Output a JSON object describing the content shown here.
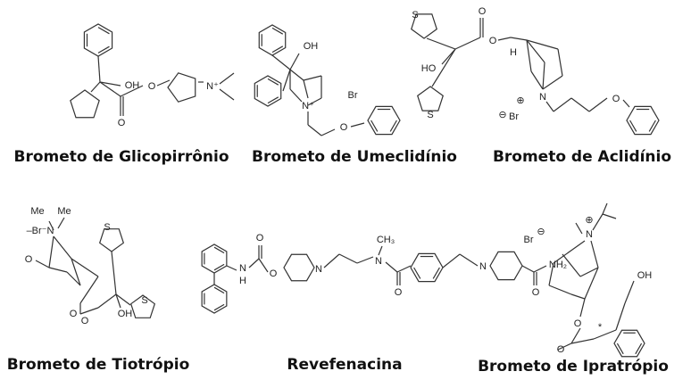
{
  "compounds": [
    {
      "name": "Brometo de Glicopirrônio",
      "atoms": [
        "OH",
        "O",
        "O",
        "N⁺"
      ]
    },
    {
      "name": "Brometo de Umeclidínio",
      "atoms": [
        "OH",
        "N⁺",
        "Br",
        "O"
      ]
    },
    {
      "name": "Brometo de Aclidínio",
      "atoms": [
        "S",
        "S",
        "HO",
        "O",
        "O",
        "N",
        "Br",
        "O",
        "H",
        "⊕",
        "⊖"
      ]
    },
    {
      "name": "Brometo de Tiotrópio",
      "atoms": [
        "Me",
        "Me",
        "–Br⁻N",
        "O",
        "S",
        "S",
        "O",
        "O",
        "OH"
      ]
    },
    {
      "name": "Revefenacina",
      "atoms": [
        "N",
        "H",
        "O",
        "O",
        "N",
        "N",
        "CH₃",
        "O",
        "N",
        "O",
        "NH₂"
      ]
    },
    {
      "name": "Brometo de Ipratrópio",
      "atoms": [
        "Br",
        "⊖",
        "N",
        "⊕",
        "OH",
        "O",
        "O",
        "*"
      ]
    }
  ]
}
